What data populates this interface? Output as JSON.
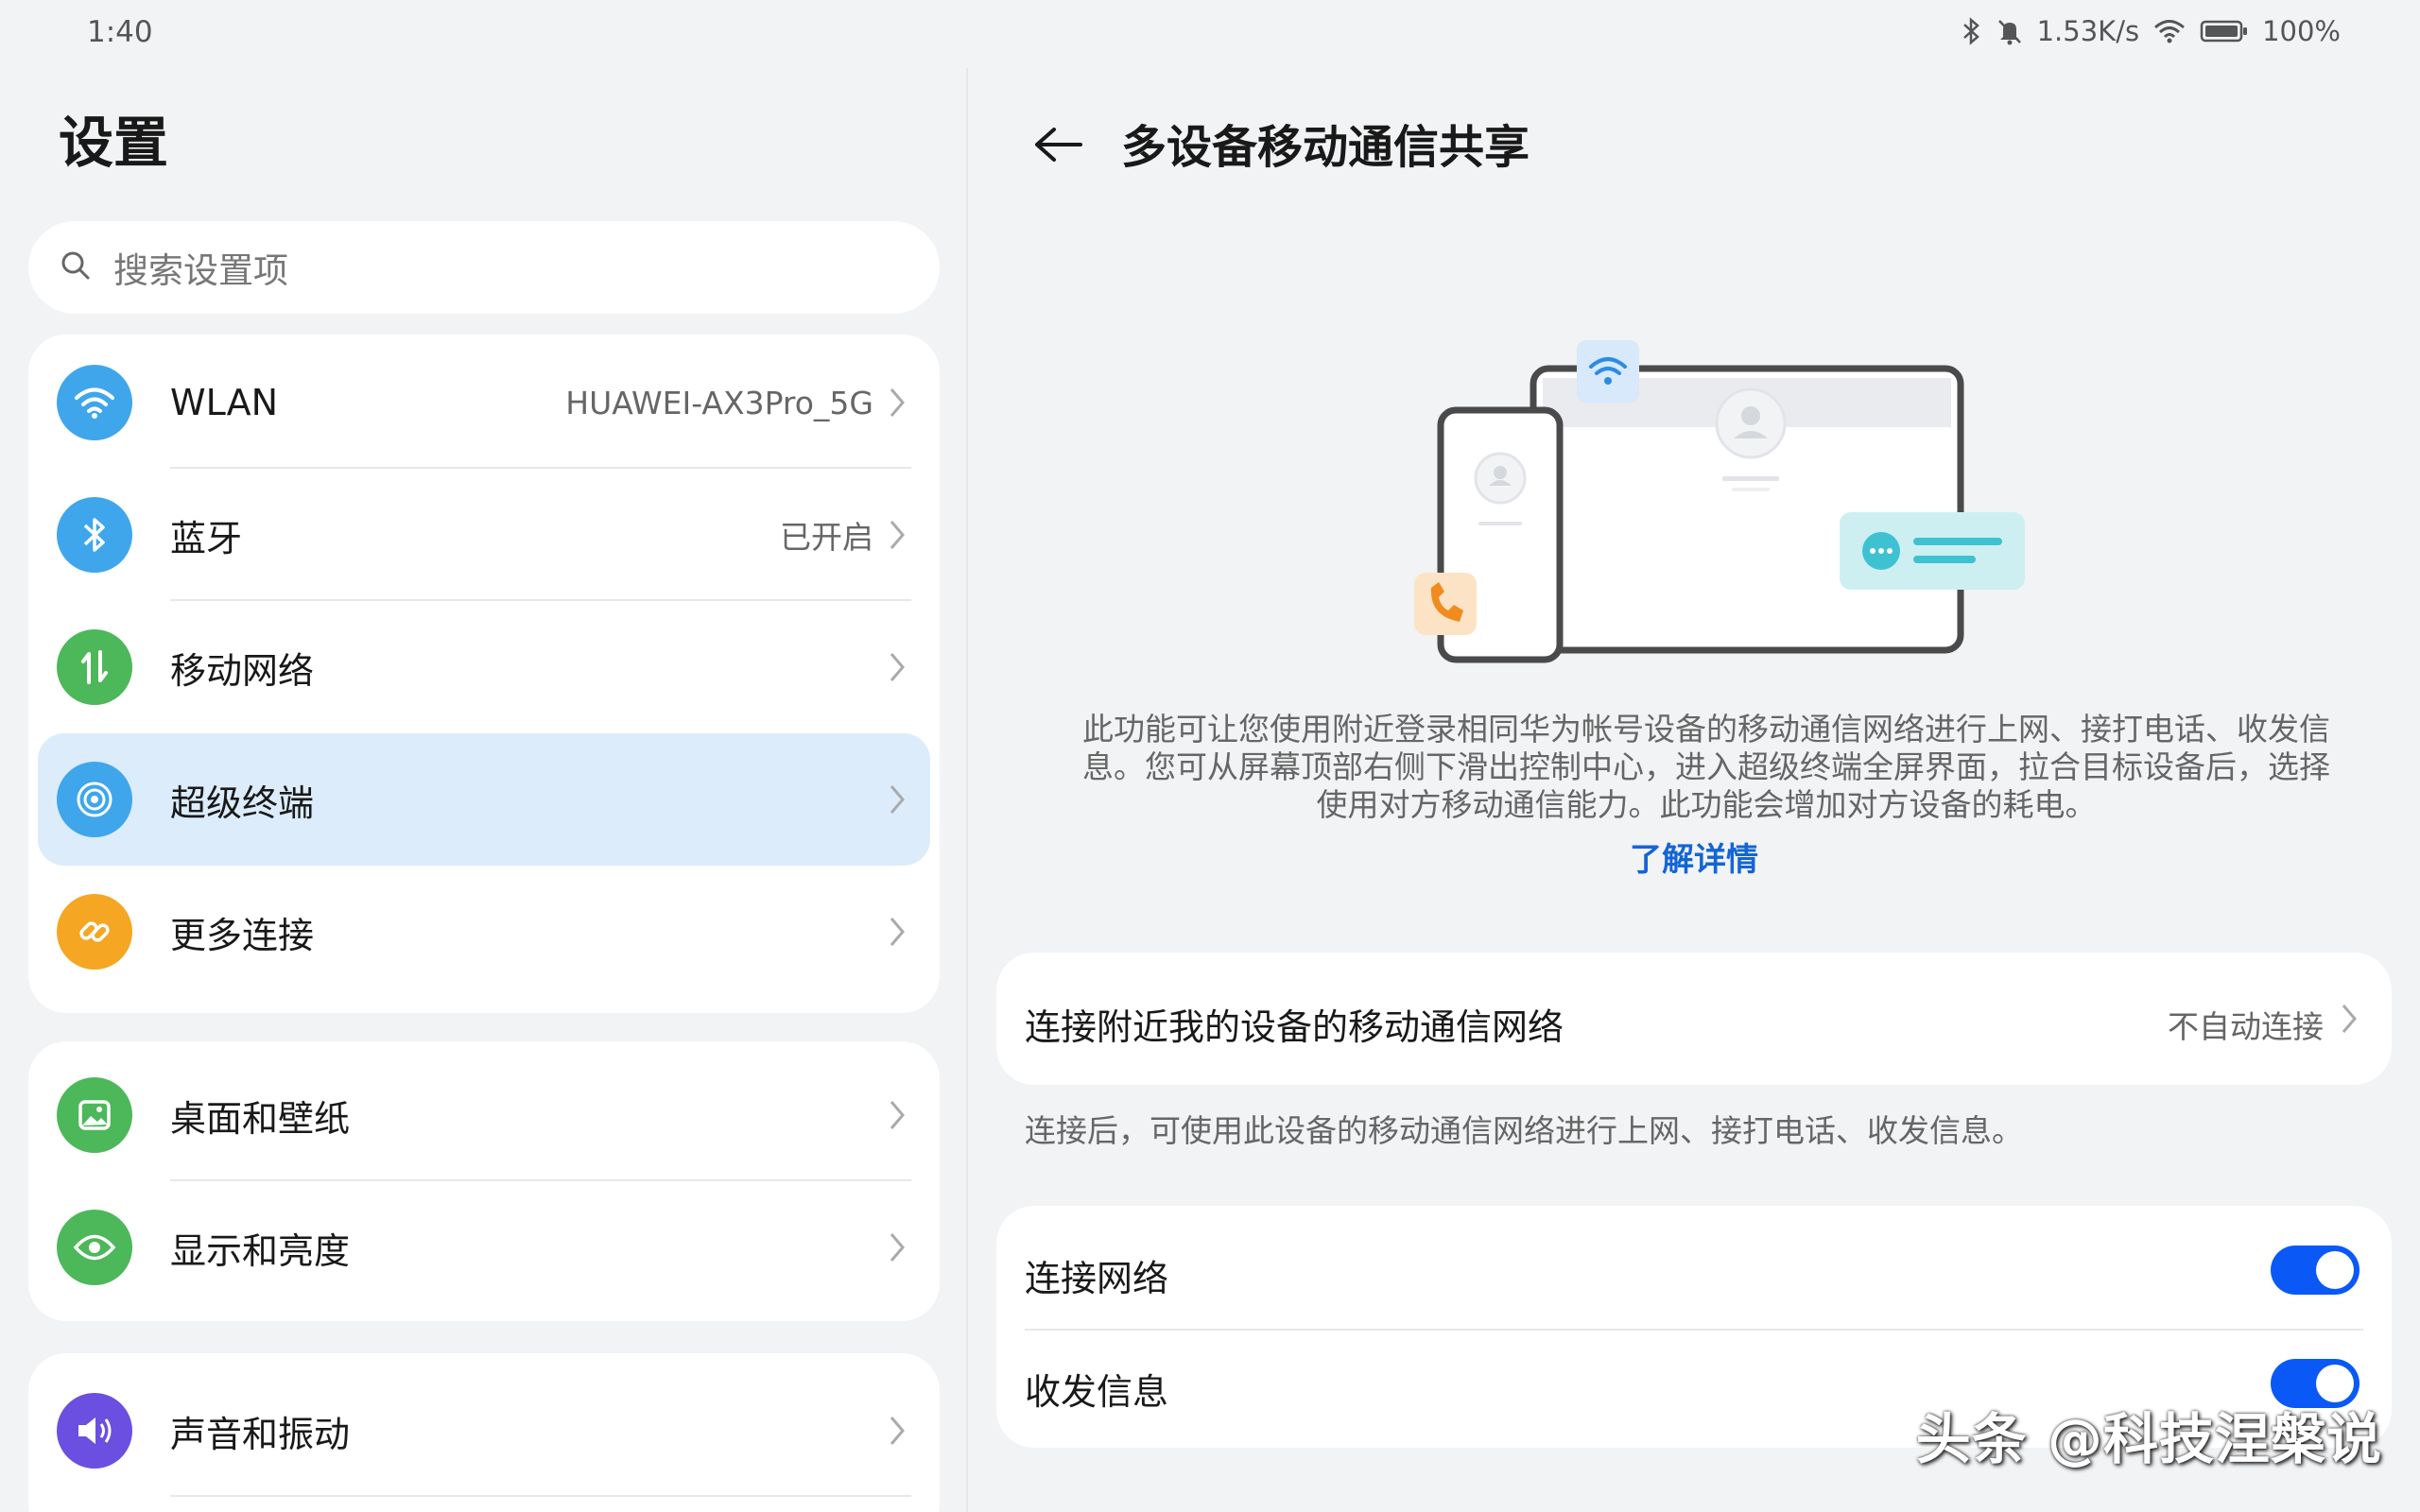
{
  "status_bar": {
    "time": "1:40",
    "network_speed": "1.53K/s",
    "battery": "100%",
    "icons": [
      "bluetooth-icon",
      "mute-icon",
      "wifi-icon",
      "battery-icon"
    ]
  },
  "sidebar": {
    "title": "设置",
    "search": {
      "placeholder": "搜索设置项"
    },
    "groups": [
      {
        "items": [
          {
            "label": "WLAN",
            "value": "HUAWEI-AX3Pro_5G",
            "icon": "wifi-icon",
            "icon_color": "#3fa6ec"
          },
          {
            "label": "蓝牙",
            "value": "已开启",
            "icon": "bluetooth-icon",
            "icon_color": "#3fa6ec"
          },
          {
            "label": "移动网络",
            "value": "",
            "icon": "mobile-data-icon",
            "icon_color": "#4cb85a"
          },
          {
            "label": "超级终端",
            "value": "",
            "icon": "super-device-icon",
            "icon_color": "#3fa6ec",
            "selected": true
          },
          {
            "label": "更多连接",
            "value": "",
            "icon": "link-icon",
            "icon_color": "#f5a623"
          }
        ]
      },
      {
        "items": [
          {
            "label": "桌面和壁纸",
            "value": "",
            "icon": "wallpaper-icon",
            "icon_color": "#4cb85a"
          },
          {
            "label": "显示和亮度",
            "value": "",
            "icon": "eye-icon",
            "icon_color": "#4cb85a"
          }
        ]
      },
      {
        "items": [
          {
            "label": "声音和振动",
            "value": "",
            "icon": "sound-icon",
            "icon_color": "#6a4fe0"
          }
        ]
      }
    ]
  },
  "main": {
    "title": "多设备移动通信共享",
    "description_lines": [
      "此功能可让您使用附近登录相同华为帐号设备的移动通信网络进行上网、接打电话、收发信",
      "息。您可从屏幕顶部右侧下滑出控制中心，进入超级终端全屏界面，拉合目标设备后，选择",
      "使用对方移动通信能力。此功能会增加对方设备的耗电。"
    ],
    "learn_more": "了解详情",
    "connect_row": {
      "label": "连接附近我的设备的移动通信网络",
      "value": "不自动连接"
    },
    "hint": "连接后，可使用此设备的移动通信网络进行上网、接打电话、收发信息。",
    "toggles": [
      {
        "label": "连接网络",
        "on": true
      },
      {
        "label": "收发信息",
        "on": true
      }
    ]
  },
  "watermark": "头条 @科技涅槃说",
  "colors": {
    "accent": "#0a59f7",
    "link": "#1465d6",
    "highlight": "#dcecfb"
  }
}
